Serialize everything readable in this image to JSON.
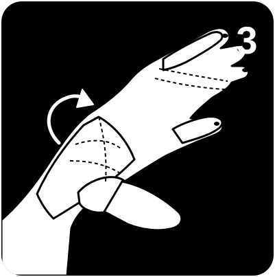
{
  "step": {
    "number": "3"
  },
  "colors": {
    "background": "#000000",
    "foreground": "#ffffff"
  },
  "illustration": {
    "subject": "hand-with-wrist-support",
    "icons": [
      "rotate-arrow-icon",
      "wrist-strap"
    ]
  }
}
